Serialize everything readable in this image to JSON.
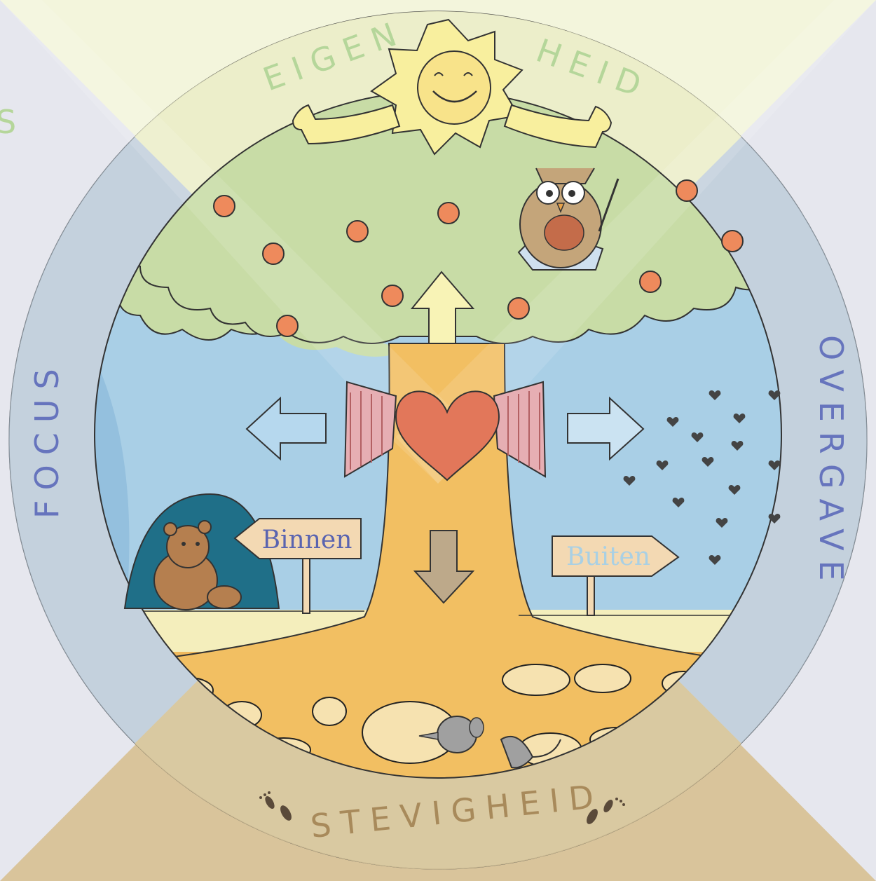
{
  "labels": {
    "top": "EIGEN HEID",
    "top_left": "EIGEN",
    "top_right": "HEID",
    "left": "FOCUS",
    "right": "OVERGAVE",
    "bottom": "STEVIGHEID",
    "edge_fragment": "S"
  },
  "signs": {
    "left": "Binnen",
    "right": "Buiten"
  },
  "colors": {
    "background": "#e6e7ee",
    "quadrant_top": "#f3f5dc",
    "quadrant_bottom": "#d9c49b",
    "sky": "#a9cfe6",
    "foliage": "#c8dca6",
    "trunk": "#f2bf62",
    "heart": "#e2775a",
    "sun": "#f8ef9e",
    "ring_text_green": "#b5d69a",
    "ring_text_blue": "#6674bd",
    "ring_text_brown": "#a88a5b",
    "sign": "#f3d9b3"
  },
  "icons": {
    "sun": "sun-icon",
    "owl": "owl-icon",
    "heart": "winged-heart-icon",
    "bear": "bear-icon",
    "mole": "mole-icon",
    "mouse": "mouse-icon",
    "footprints": "footprints-icon",
    "arrow_up": "arrow-up-icon",
    "arrow_down": "arrow-down-icon",
    "arrow_left": "arrow-left-icon",
    "arrow_right": "arrow-right-icon"
  }
}
